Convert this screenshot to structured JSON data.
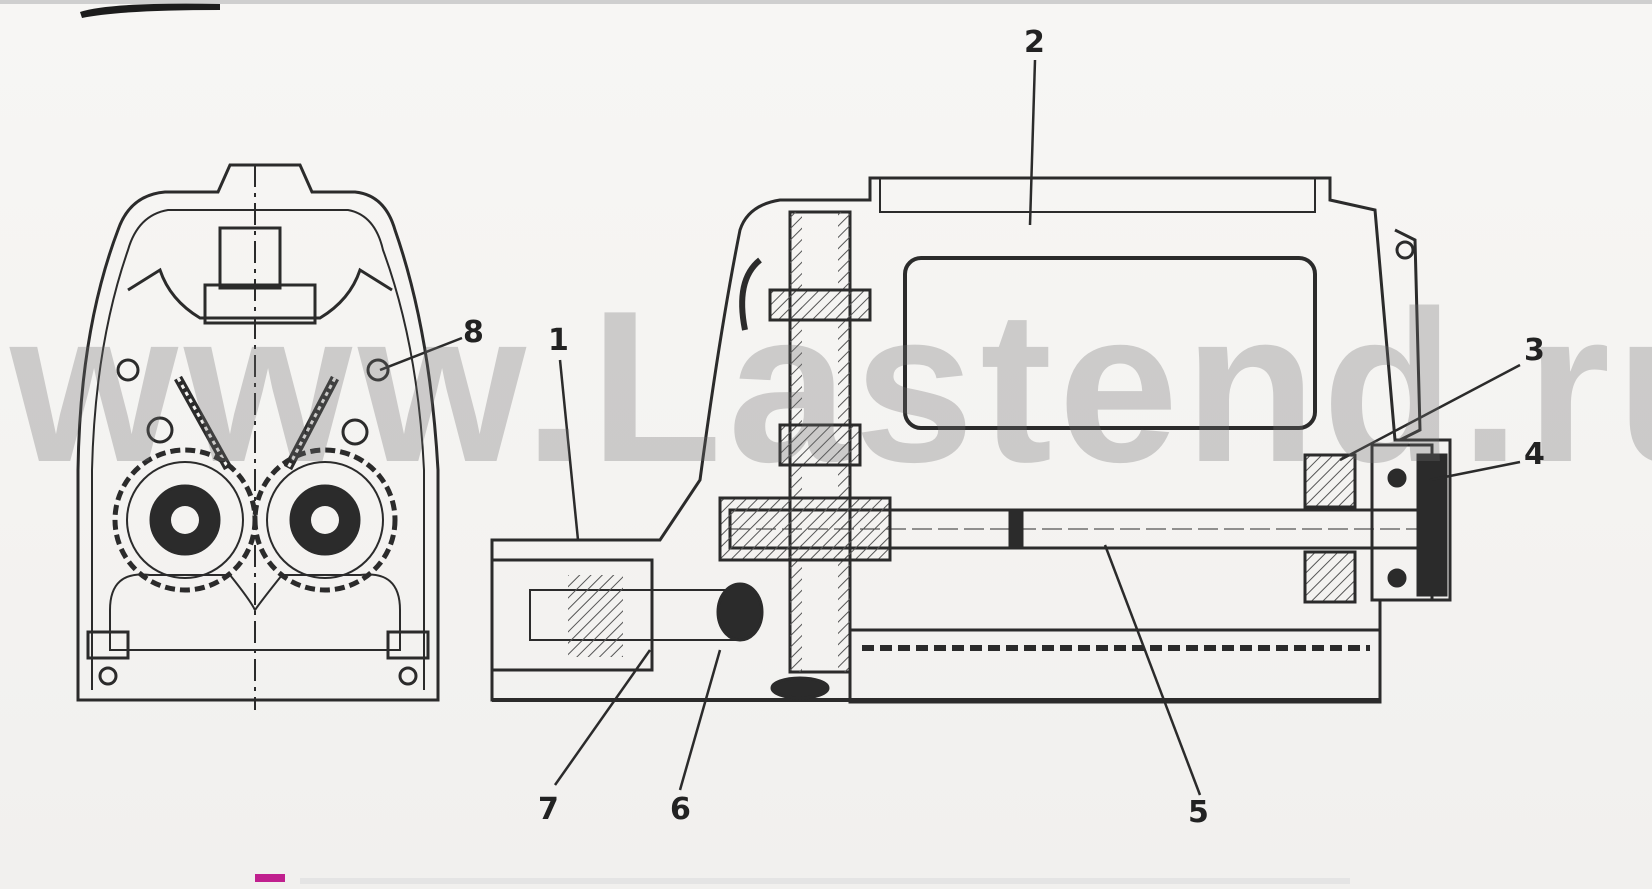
{
  "callouts": {
    "c1": "1",
    "c2": "2",
    "c3": "3",
    "c4": "4",
    "c5": "5",
    "c6": "6",
    "c7": "7",
    "c8": "8"
  },
  "watermark": "www.Lastend.ru",
  "colors": {
    "line": "#2b2b2b",
    "hatch": "#555555",
    "paper": "#f5f4f2",
    "caption_accent": "#c0208e"
  }
}
